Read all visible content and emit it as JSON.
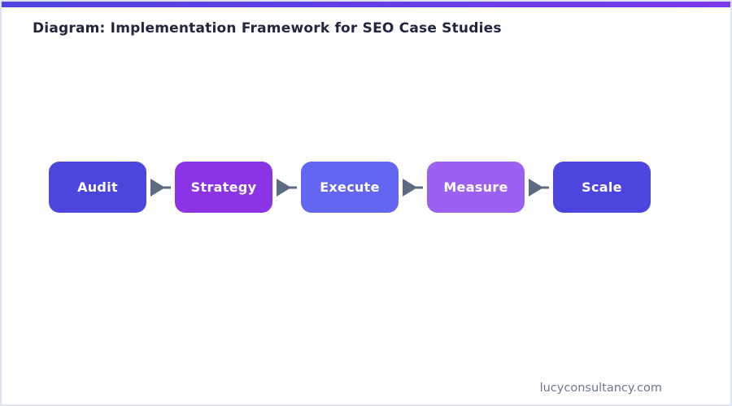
{
  "header": {
    "title": "Diagram: Implementation Framework for SEO Case Studies"
  },
  "flow": {
    "steps": [
      {
        "label": "Audit",
        "color": "#4c46df"
      },
      {
        "label": "Strategy",
        "color": "#8a34e6"
      },
      {
        "label": "Execute",
        "color": "#6366f1"
      },
      {
        "label": "Measure",
        "color": "#9c61f2"
      },
      {
        "label": "Scale",
        "color": "#4c46df"
      }
    ],
    "arrow_icon": "right-triangle-arrow"
  },
  "footer": {
    "site": "lucyconsultancy.com"
  },
  "theme": {
    "accent_bar_start": "#4b44e0",
    "accent_bar_end": "#7c3aed",
    "title_color": "#22263f",
    "arrow_color": "#5b6b82",
    "footer_color": "#6b7890",
    "border_color": "#dde4f0",
    "background": "#ffffff"
  }
}
